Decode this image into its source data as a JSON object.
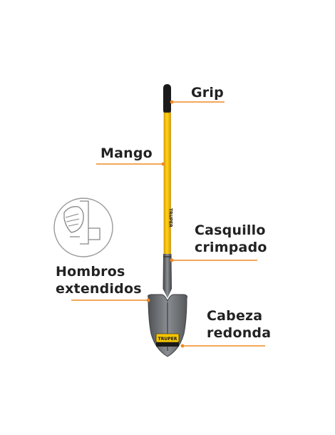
{
  "colors": {
    "accent": "#f08a24",
    "handle": "#f5c400",
    "grip": "#1a1a1a",
    "blade": "#6f7276",
    "label_text": "#222222"
  },
  "labels": {
    "grip": "Grip",
    "mango": "Mango",
    "casquillo_line1": "Casquillo",
    "casquillo_line2": "crimpado",
    "hombros_line1": "Hombros",
    "hombros_line2": "extendidos",
    "cabeza_line1": "Cabeza",
    "cabeza_line2": "redonda"
  },
  "product": {
    "handle_brand": "TRUPER",
    "blade_brand": "TRUPER"
  }
}
